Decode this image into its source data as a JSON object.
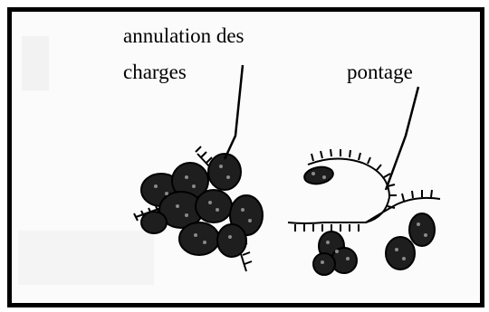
{
  "labels": {
    "annulation_line1": "annulation des",
    "annulation_line2": "charges",
    "pontage": "pontage"
  },
  "colors": {
    "ink": "#000000",
    "particle_fill": "#1e1e1e",
    "background": "#fbfbfb"
  },
  "icons": [
    "charge-neutralization-cluster",
    "polymer-bridging-cluster"
  ]
}
